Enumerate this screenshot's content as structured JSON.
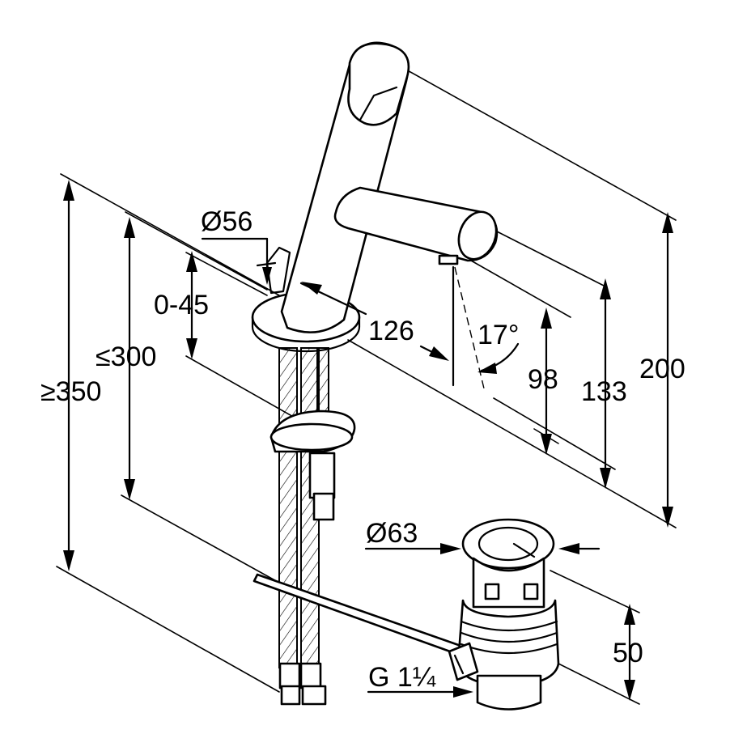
{
  "dimensions": {
    "ground_width": "≥350",
    "max_thickness": "≤300",
    "worktop_range": "0-45",
    "base_diameter": "Ø56",
    "spout_reach": "126",
    "spout_angle": "17°",
    "outlet_height": "98",
    "body_height": "133",
    "total_height": "200",
    "waste_diameter": "Ø63",
    "waste_height": "50",
    "waste_thread": "G 1¼"
  },
  "colors": {
    "ink": "#000000",
    "paper": "#ffffff"
  }
}
